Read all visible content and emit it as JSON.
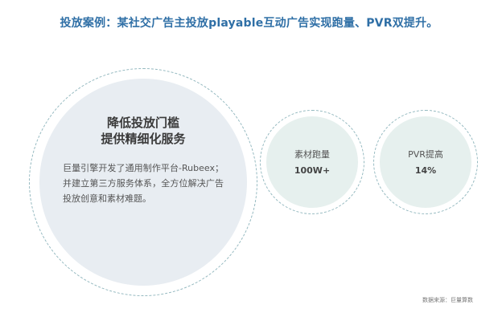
{
  "headline": "投放案例：某社交广告主投放playable互动广告实现跑量、PVR双提升。",
  "feature": {
    "title_line1": "降低投放门槛",
    "title_line2": "提供精细化服务",
    "description": "巨量引擎开发了通用制作平台-Rubeex；并建立第三方服务体系，全方位解决广告投放创意和素材难题。"
  },
  "stats": [
    {
      "label": "素材跑量",
      "value": "100W+"
    },
    {
      "label": "PVR提高",
      "value": "14%"
    }
  ],
  "source": "数据来源：巨量算数",
  "colors": {
    "headline": "#2f6fa6",
    "ring": "#93b8bf",
    "large_disc": "#e8edf2",
    "small_disc": "#e6f0ee"
  }
}
